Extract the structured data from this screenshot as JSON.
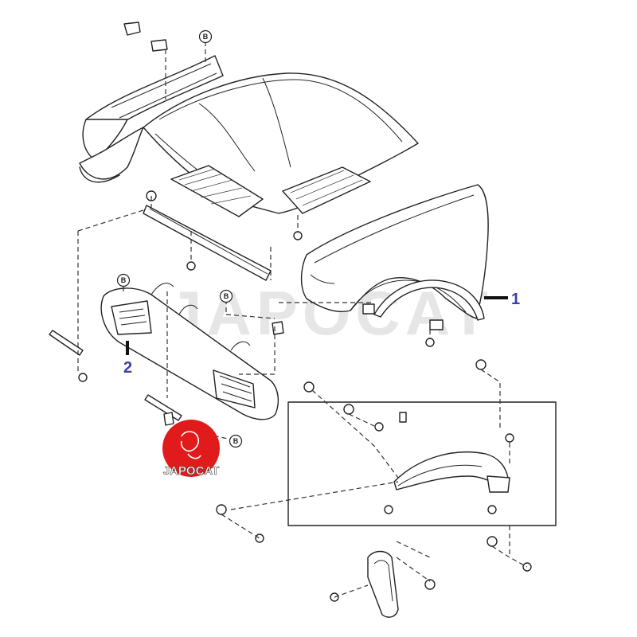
{
  "watermark": {
    "text": "JAPOCAT"
  },
  "logo": {
    "text": "JAPOCAT",
    "color": "#e11b1b"
  },
  "callouts": [
    {
      "number": "1",
      "part": "fender-flare"
    },
    {
      "number": "2",
      "part": "front-grille-support"
    }
  ],
  "bolt_marks": [
    "B",
    "B",
    "B",
    "B"
  ],
  "colors": {
    "line": "#222222",
    "callout_number": "#3b3fa8",
    "logo_red": "#e11b1b",
    "watermark": "#e6e6e6"
  }
}
